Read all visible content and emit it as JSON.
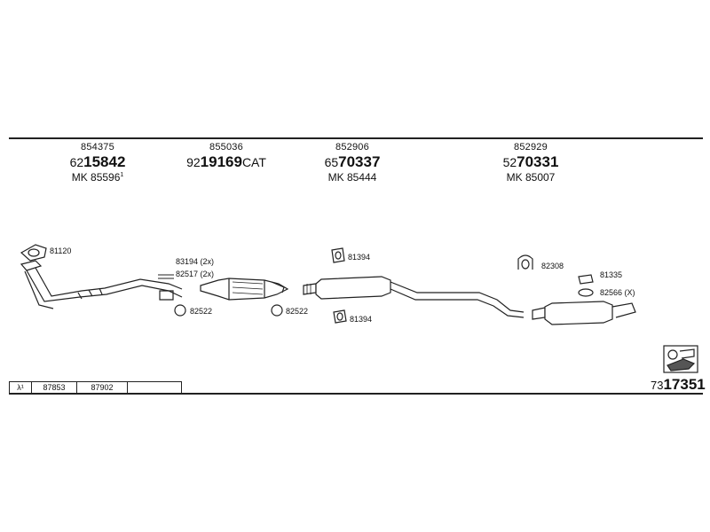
{
  "columns": [
    {
      "ref": "854375",
      "pn_prefix": "62",
      "pn_bold": "15842",
      "pn_suffix": "",
      "mk": "MK 85596",
      "mk_sup": "1"
    },
    {
      "ref": "855036",
      "pn_prefix": "92",
      "pn_bold": "19169",
      "pn_suffix": "CAT",
      "mk": "",
      "mk_sup": ""
    },
    {
      "ref": "852906",
      "pn_prefix": "65",
      "pn_bold": "70337",
      "pn_suffix": "",
      "mk": "MK 85444",
      "mk_sup": ""
    },
    {
      "ref": "852929",
      "pn_prefix": "52",
      "pn_bold": "70331",
      "pn_suffix": "",
      "mk": "MK 85007",
      "mk_sup": ""
    }
  ],
  "parts": {
    "p81120": "81120",
    "p83194": "83194 (2x)",
    "p82517": "82517 (2x)",
    "p82522a": "82522",
    "p82522b": "82522",
    "p81394a": "81394",
    "p81394b": "81394",
    "p82308": "82308",
    "p81335": "81335",
    "p82566": "82566 (X)"
  },
  "bottom": {
    "lambda": "λ¹",
    "cell1": "87853",
    "cell2": "87902",
    "cell3": ""
  },
  "ident": {
    "prefix": "73",
    "bold": "17351"
  },
  "icons": {
    "vehicle": "vehicle-diagram-icon"
  }
}
